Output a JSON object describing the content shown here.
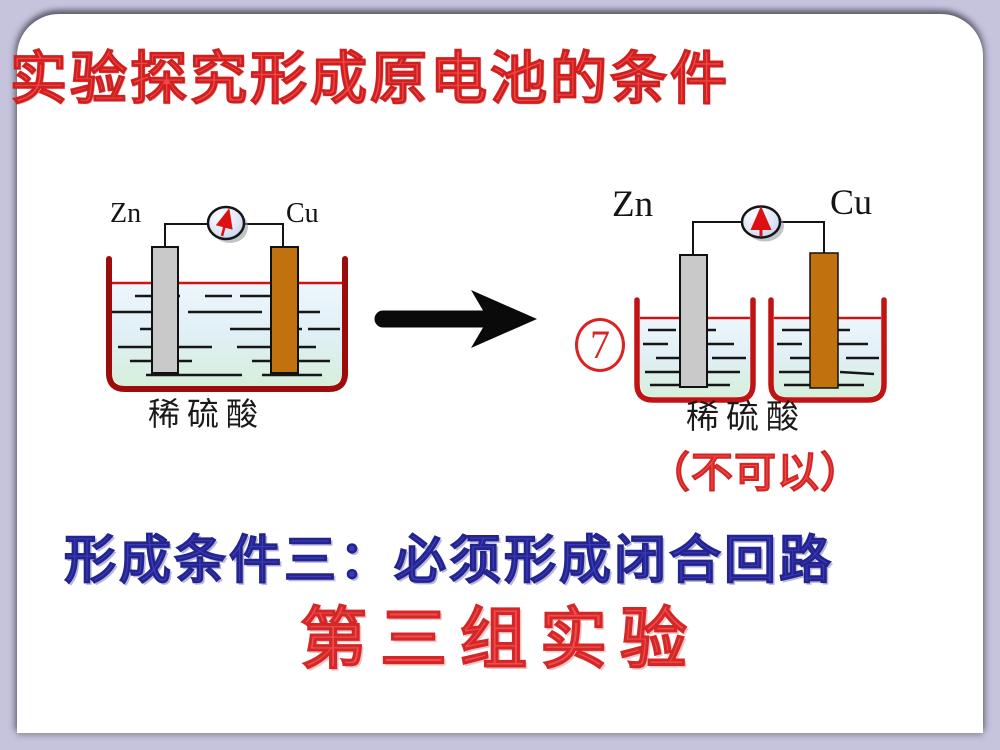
{
  "slide": {
    "title": "实验探究形成原电池的条件",
    "condition_statement": "形成条件三：必须形成闭合回路",
    "experiment_group": "第三组实验"
  },
  "left_diagram": {
    "zinc_label": "Zn",
    "copper_label": "Cu",
    "solution_label": "稀硫酸"
  },
  "right_diagram": {
    "step_number": "7",
    "zinc_label": "Zn",
    "copper_label": "Cu",
    "solution_label": "稀硫酸",
    "verdict": "（不可以）"
  },
  "colors": {
    "background": "#c6c4dd",
    "title_red": "#f04747",
    "condition_blue": "#3a3abc",
    "experiment_red": "#f24b4b",
    "beaker_red_left": "#9e0b0b",
    "beaker_red_right": "#c01313",
    "liquid_surface_red": "#cc1616",
    "copper_electrode": "#c1720e",
    "zinc_electrode": "#c9c9c9",
    "meter_needle_red": "#dd1111",
    "arrow_black": "#0a0a0a"
  }
}
